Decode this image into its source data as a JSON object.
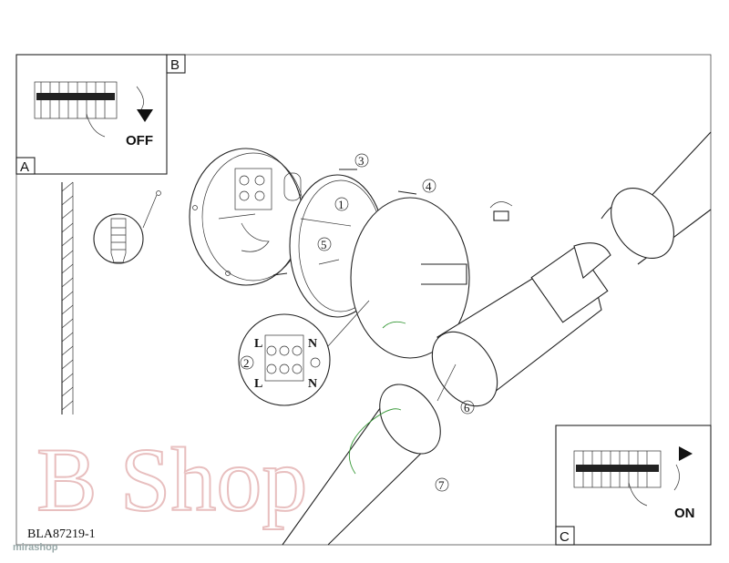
{
  "inset_b": {
    "label": "B",
    "action": "OFF"
  },
  "inset_a": {
    "label": "A"
  },
  "inset_c": {
    "label": "C",
    "action": "ON"
  },
  "steps": [
    "1",
    "2",
    "3",
    "4",
    "5",
    "6",
    "7"
  ],
  "terminal": {
    "left_top": "L",
    "right_top": "N",
    "left_bottom": "L",
    "right_bottom": "N"
  },
  "model_code": "BLA87219-1",
  "watermark": "B Shop",
  "logo_text": "mirashop",
  "colors": {
    "line": "#222222",
    "wire": "#3a9a3a",
    "watermark": "#e4b4b4"
  }
}
